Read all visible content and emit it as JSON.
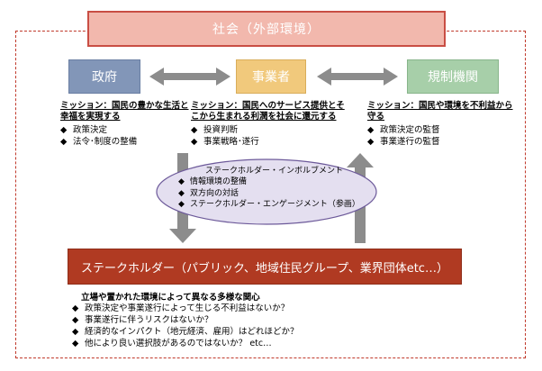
{
  "society": {
    "label": "社会（外部環境）"
  },
  "actors": {
    "government": "政府",
    "business": "事業者",
    "regulator": "規制機関"
  },
  "missions": {
    "government": {
      "mission_line1": "ミッション：国民の豊かな生活と",
      "mission_line2": "幸福を実現する",
      "items": [
        "政策決定",
        "法令･制度の整備"
      ]
    },
    "business": {
      "mission_line1": "ミッション：国民へのサービス提供とそ",
      "mission_line2": "こから生まれる利潤を社会に還元する",
      "items": [
        "投資判断",
        "事業戦略･遂行"
      ]
    },
    "regulator": {
      "mission_line1": "ミッション：国民や環境を不利益から",
      "mission_line2": "守る",
      "items": [
        "政策決定の監督",
        "事業遂行の監督"
      ]
    }
  },
  "involvement": {
    "title": "ステークホルダー・インボルブメント",
    "items": [
      "情報環境の整備",
      "双方向の対話",
      "ステークホルダー・エンゲージメント（参画）"
    ]
  },
  "stakeholder": {
    "label": "ステークホルダー（パブリック、地域住民グループ、業界団体etc…）"
  },
  "concerns": {
    "title": "立場や置かれた環境によって異なる多様な関心",
    "items": [
      "政策決定や事業遂行によって生じる不利益はないか？",
      "事業遂行に伴うリスクはないか？",
      "経済的なインパクト（地元経済、雇用）はどれほどか？",
      "他により良い選択肢があるのではないか？ etc…"
    ]
  },
  "bullet_symbol": "◆",
  "colors": {
    "frame": "#c0392b",
    "society_fill": "#f2b8ad",
    "government": "#8296b8",
    "business": "#f1c97c",
    "regulator": "#a7cfa9",
    "stakeholder": "#b03a22",
    "arrow": "#8c8c8c",
    "ellipse_fill": "#e4dff0"
  }
}
